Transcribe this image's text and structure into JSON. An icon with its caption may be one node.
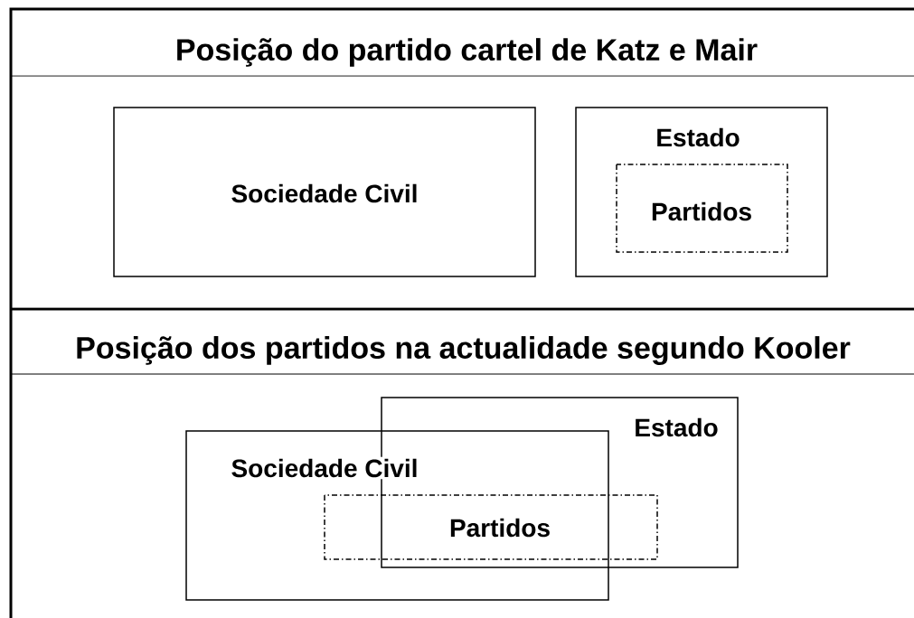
{
  "diagram": {
    "nodes": [
      {
        "text": [
          "Sociedade Civil"
        ]
      },
      {
        "text": [
          "Estado"
        ]
      },
      {
        "text": [
          "Partidos"
        ],
        "in": 1
      },
      {
        "text": [
          "Estado"
        ]
      },
      {
        "text": [
          "Sociedade Civil"
        ]
      },
      {
        "text": [
          "Partidos"
        ]
      }
    ],
    "labels": [
      "Posição do partido cartel de Katz e Mair",
      "Posição dos partidos na actualidade segundo Kooler"
    ]
  }
}
